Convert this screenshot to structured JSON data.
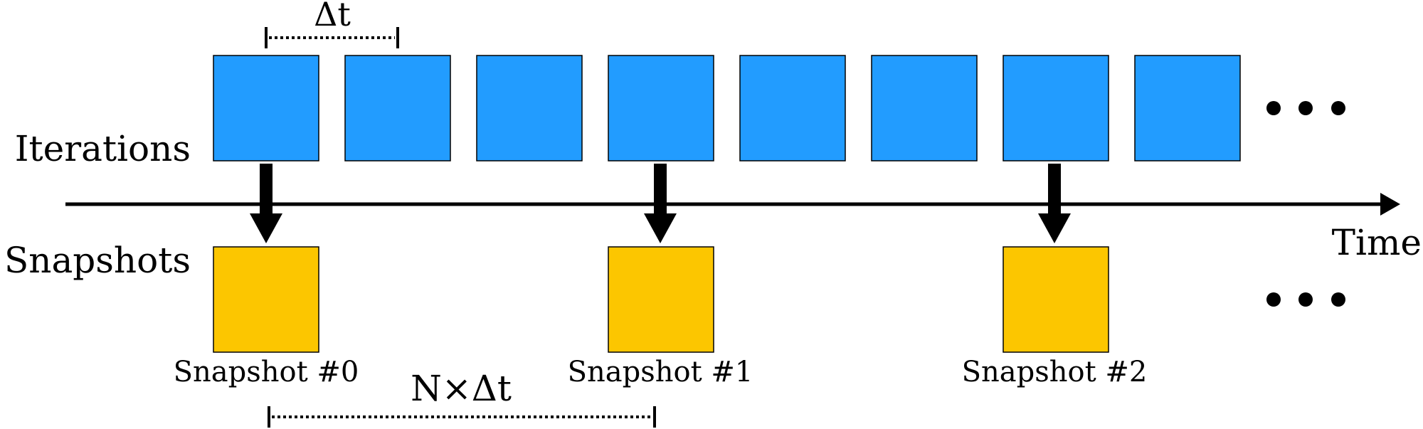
{
  "labels": {
    "iterations": "Iterations",
    "snapshots": "Snapshots",
    "time": "Time",
    "delta_t": "Δt",
    "n_delta_t": "N×Δt",
    "continuation": "• • •"
  },
  "snapshots": [
    {
      "label": "Snapshot #0"
    },
    {
      "label": "Snapshot #1"
    },
    {
      "label": "Snapshot #2"
    }
  ],
  "iteration_count": 8,
  "colors": {
    "iteration_block": "#229cff",
    "snapshot_block": "#fcc600",
    "stroke": "#000000",
    "background": "#ffffff"
  }
}
